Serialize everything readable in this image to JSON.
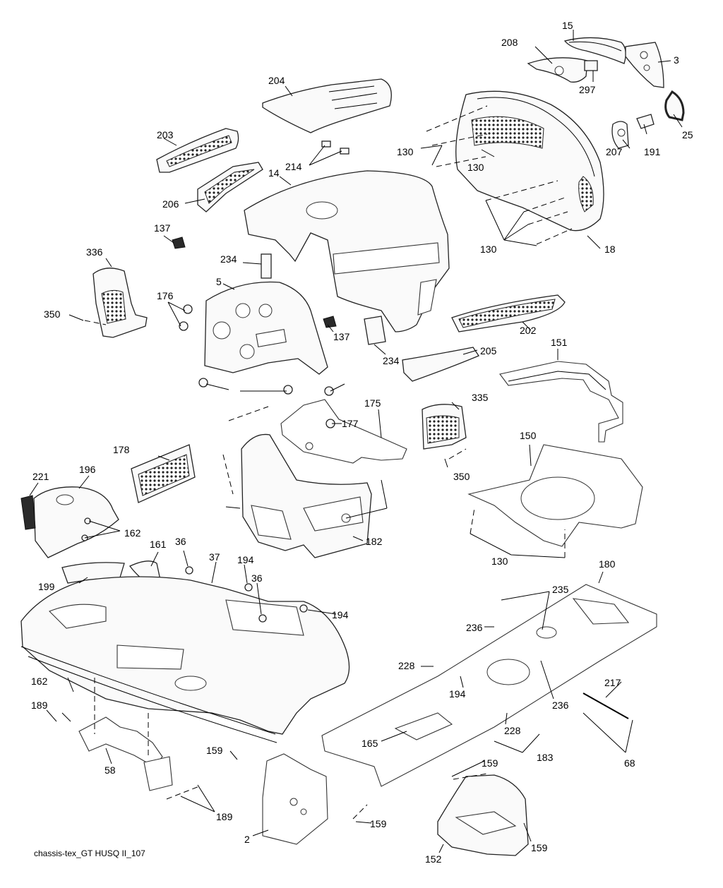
{
  "diagram": {
    "caption": "chassis-tex_GT HUSQ II_107",
    "callouts": [
      "15",
      "208",
      "3",
      "297",
      "25",
      "191",
      "207",
      "204",
      "203",
      "214",
      "14",
      "206",
      "137",
      "336",
      "350",
      "234",
      "5",
      "176",
      "137",
      "234",
      "202",
      "205",
      "151",
      "18",
      "130",
      "130",
      "130",
      "175",
      "177",
      "335",
      "350",
      "178",
      "221",
      "196",
      "162",
      "182",
      "150",
      "130",
      "161",
      "36",
      "37",
      "194",
      "36",
      "194",
      "199",
      "180",
      "235",
      "236",
      "228",
      "194",
      "236",
      "217",
      "162",
      "189",
      "165",
      "228",
      "183",
      "68",
      "58",
      "159",
      "159",
      "189",
      "159",
      "2",
      "159",
      "152"
    ]
  }
}
